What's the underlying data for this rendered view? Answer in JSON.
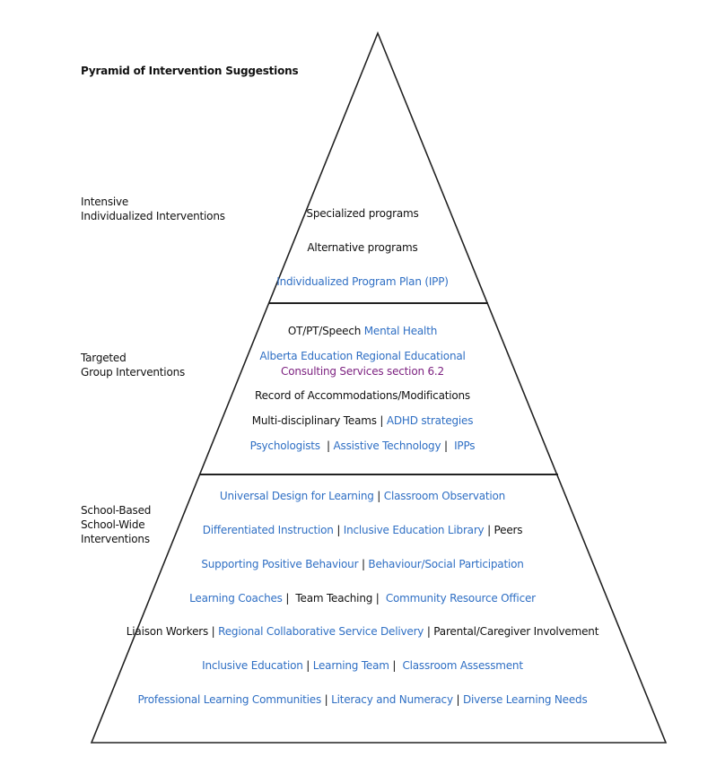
{
  "title": "Pyramid of Intervention Suggestions",
  "colors": {
    "link": "#2f6fc4",
    "purple": "#7b1f7f",
    "text": "#111111",
    "outline": "#222222"
  },
  "tiers": [
    {
      "label_lines": [
        "Intensive",
        "Individualized Interventions"
      ]
    },
    {
      "label_lines": [
        "Targeted",
        "Group Interventions"
      ]
    },
    {
      "label_lines": [
        "School-Based",
        "School-Wide",
        "Interventions"
      ]
    }
  ],
  "lines": [
    {
      "segments": [
        {
          "t": "Specialized programs",
          "c": "plain"
        }
      ]
    },
    {
      "segments": [
        {
          "t": "Alternative programs",
          "c": "plain"
        }
      ]
    },
    {
      "segments": [
        {
          "t": "Individualized Program Plan (IPP)",
          "c": "link"
        }
      ]
    },
    {
      "segments": [
        {
          "t": "OT/PT/Speech ",
          "c": "plain"
        },
        {
          "t": "Mental Health",
          "c": "link"
        }
      ]
    },
    {
      "segments": [
        {
          "t": "Alberta Education Regional Educational",
          "c": "link"
        }
      ]
    },
    {
      "segments": [
        {
          "t": "Consulting Services section 6.2",
          "c": "purple"
        }
      ]
    },
    {
      "segments": [
        {
          "t": "Record of Accommodations/Modifications",
          "c": "plain"
        }
      ]
    },
    {
      "segments": [
        {
          "t": "Multi-disciplinary Teams | ",
          "c": "plain"
        },
        {
          "t": "ADHD strategies",
          "c": "link"
        }
      ]
    },
    {
      "segments": [
        {
          "t": "Psychologists",
          "c": "link"
        },
        {
          "t": "  | ",
          "c": "plain"
        },
        {
          "t": "Assistive Technology",
          "c": "link"
        },
        {
          "t": " |  ",
          "c": "plain"
        },
        {
          "t": "IPPs",
          "c": "link"
        }
      ]
    },
    {
      "segments": [
        {
          "t": "Universal Design for Learning",
          "c": "link"
        },
        {
          "t": " | ",
          "c": "plain"
        },
        {
          "t": "Classroom Observation",
          "c": "link"
        }
      ]
    },
    {
      "segments": [
        {
          "t": "Differentiated Instruction",
          "c": "link"
        },
        {
          "t": " | ",
          "c": "plain"
        },
        {
          "t": "Inclusive Education Library",
          "c": "link"
        },
        {
          "t": " | Peers",
          "c": "plain"
        }
      ]
    },
    {
      "segments": [
        {
          "t": "Supporting Positive Behaviour",
          "c": "link"
        },
        {
          "t": " | ",
          "c": "plain"
        },
        {
          "t": "Behaviour/Social Participation",
          "c": "link"
        }
      ]
    },
    {
      "segments": [
        {
          "t": "Learning Coaches",
          "c": "link"
        },
        {
          "t": " |  Team Teaching |  ",
          "c": "plain"
        },
        {
          "t": "Community Resource Officer",
          "c": "link"
        }
      ]
    },
    {
      "segments": [
        {
          "t": "Liaison Workers | ",
          "c": "plain"
        },
        {
          "t": "Regional Collaborative Service Delivery",
          "c": "link"
        },
        {
          "t": " | Parental/Caregiver Involvement",
          "c": "plain"
        }
      ]
    },
    {
      "segments": [
        {
          "t": "Inclusive Education",
          "c": "link"
        },
        {
          "t": " | ",
          "c": "plain"
        },
        {
          "t": "Learning Team",
          "c": "link"
        },
        {
          "t": " |  ",
          "c": "plain"
        },
        {
          "t": "Classroom Assessment",
          "c": "link"
        }
      ]
    },
    {
      "segments": [
        {
          "t": "Professional Learning Communities",
          "c": "link"
        },
        {
          "t": " | ",
          "c": "plain"
        },
        {
          "t": "Literacy and Numeracy",
          "c": "link"
        },
        {
          "t": " | ",
          "c": "plain"
        },
        {
          "t": "Diverse Learning Needs",
          "c": "link"
        }
      ]
    }
  ]
}
